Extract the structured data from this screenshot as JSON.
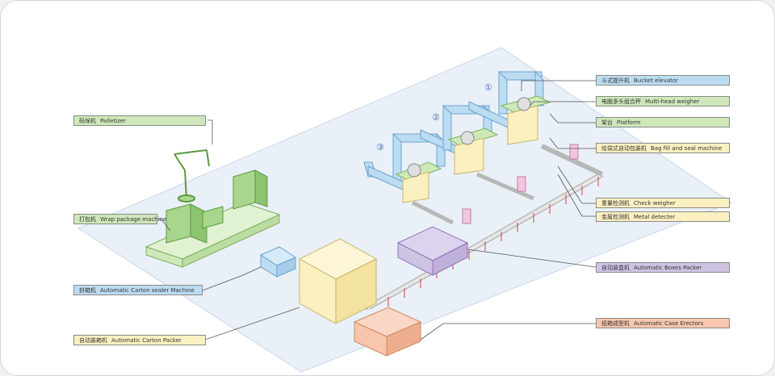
{
  "colors": {
    "floor": "#eaf0f8",
    "floor_edge": "#c9d7e8",
    "blue": "#bcdcf2",
    "green": "#cfe8b9",
    "yellow": "#fbf0c0",
    "purple": "#cfc3e4",
    "salmon": "#f7c6ac",
    "pink": "#f3c6e0",
    "leader": "#555555"
  },
  "labels": {
    "palletizer": {
      "zh": "码垛机",
      "en": "Palletizer"
    },
    "wrap": {
      "zh": "打包机",
      "en": "Wrap package machine"
    },
    "sealer": {
      "zh": "封箱机",
      "en": "Automatic Carton sealer Machine"
    },
    "carton_packer": {
      "zh": "自动装箱机",
      "en": "Automatic Carton Packer"
    },
    "bucket": {
      "zh": "斗式提升机",
      "en": "Bucket elevator"
    },
    "weigher": {
      "zh": "电脑多头组合秤",
      "en": "Multi-head weigher"
    },
    "platform": {
      "zh": "架台",
      "en": "Platform"
    },
    "bagger": {
      "zh": "给袋式自动包装机",
      "en": "Bag fill and seal machine"
    },
    "check": {
      "zh": "重量检测机",
      "en": "Check weigher"
    },
    "metal": {
      "zh": "金属检测机",
      "en": "Metal detecter"
    },
    "boxes": {
      "zh": "自动装盒机",
      "en": "Automatic Boxes Packer"
    },
    "erector": {
      "zh": "纸箱成型机",
      "en": "Automatic Case Erectors"
    }
  },
  "line_numbers": [
    "①",
    "②",
    "③"
  ]
}
